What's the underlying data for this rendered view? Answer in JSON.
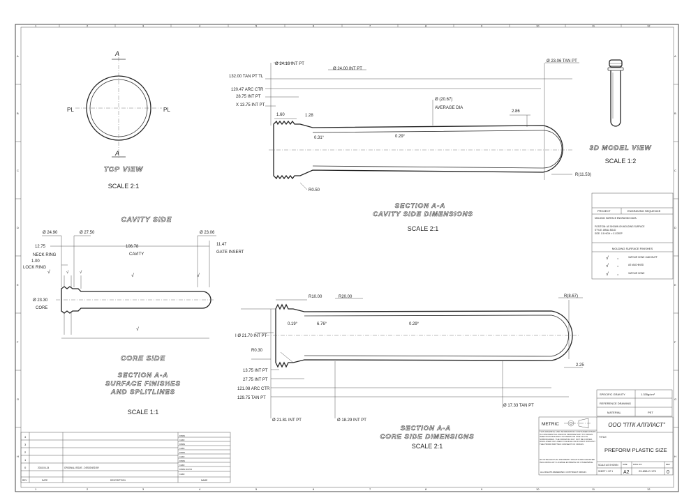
{
  "zones": {
    "columns": [
      "1",
      "2",
      "3",
      "4",
      "5",
      "6",
      "7",
      "8",
      "9",
      "10",
      "11",
      "12"
    ],
    "rows": [
      "A",
      "B",
      "C",
      "D",
      "E",
      "F",
      "G",
      "H"
    ]
  },
  "top_view": {
    "cut_marker_top": "A",
    "cut_marker_bottom": "A",
    "parting_left": "PL",
    "parting_right": "PL",
    "title": "TOP VIEW",
    "scale": "SCALE 2:1"
  },
  "cavity_section": {
    "dims": {
      "tan_pt_tl": "132.00 TAN PT TL",
      "arc_ctr": "120.47 ARC CTR",
      "int_pt_28": "28.75 INT PT",
      "x_int_pt": "X 13.75 INT PT",
      "dia_top_left": "Ø 24.16 INT PT",
      "dia_top_mid": "Ø 24.00 INT PT",
      "dia_top_right": "Ø 23.06 TAN PT",
      "dia_avg": "Ø (20.67)",
      "avg_label": "AVERAGE DIA",
      "d160": "1.60",
      "d128": "1.28",
      "d286": "2.86",
      "ang031": "0.31°",
      "ang029": "0.29°",
      "radius_tip": "R(11.53)",
      "radius_root": "R0.50"
    },
    "title_line1": "SECTION A-A",
    "title_line2": "CAVITY SIDE DIMENSIONS",
    "scale": "SCALE 2:1"
  },
  "model_view": {
    "title": "3D MODEL VIEW",
    "scale": "SCALE 1:2"
  },
  "surface_section": {
    "cavity_side_title": "CAVITY SIDE",
    "core_side_title": "CORE SIDE",
    "title_lines": [
      "SECTION A-A",
      "SURFACE FINISHES",
      "AND SPLITLINES"
    ],
    "scale": "SCALE 1:1",
    "dims": {
      "d2490": "Ø 24.90",
      "d2750": "Ø 27.50",
      "d2306": "Ø 23.06",
      "neck_len": "12.75",
      "neck_ring": "NECK RING",
      "lock_len": "1.00",
      "lock_ring": "LOCK RING",
      "cavity_len": "106.78",
      "cavity": "CAVITY",
      "gate_len": "11.47",
      "gate_insert": "GATE INSERT",
      "core_dia": "Ø 23.30",
      "core": "CORE"
    }
  },
  "core_section": {
    "dims": {
      "r10": "R10.00",
      "r20": "R20.00",
      "r867": "R(8.67)",
      "d2170": "I Ø 21.70 INT PT",
      "ang019": "0.19°",
      "ang676": "6.76°",
      "ang029": "0.29°",
      "r030": "R0.30",
      "int1375": "13.75 INT PT",
      "int2775": "27.75 INT PT",
      "arc12108": "121.08 ARC CTR",
      "tan12975": "129.75 TAN PT",
      "d225": "2.25",
      "d1733": "Ø 17.33 TAN PT",
      "d2181": "Ø 21.81 INT PT",
      "d1829": "Ø 18.29 INT PT"
    },
    "title_line1": "SECTION A-A",
    "title_line2": "CORE SIDE DIMENSIONS",
    "scale": "SCALE 2:1"
  },
  "engraving_table": {
    "col1": "PROJECT",
    "col2": "ENGRAVING SEQUENCE",
    "line1": "MOLDING SURFACE ENGRAVING DATA:",
    "line2": "POSITION: AS SHOWN ON MOLDING SURFACE",
    "line3": "STYLE:    ARIAL BOLD",
    "line4": "SIZE:     1.5 HIGH × 0.1 DEEP",
    "finish_header": "MOLDING SURFACE FINISHES",
    "finish_rows": [
      {
        "mark": "√",
        "eq": "=",
        "note": "VAPOUR HONE / AND BUFF"
      },
      {
        "mark": "√",
        "eq": "=",
        "note": "AS MACHINED"
      },
      {
        "mark": "√",
        "eq": "=",
        "note": "VAPOUR HONE"
      }
    ]
  },
  "spec_table": {
    "rows": [
      {
        "label": "SPECIFIC GRAVITY",
        "value": "1.335g/cm³"
      },
      {
        "label": "REFERENCE DRAWING",
        "value": ""
      },
      {
        "label": "MATERIAL",
        "value": "PET"
      }
    ]
  },
  "title_block": {
    "units": "METRIC",
    "company": "ООО \"ПТК АЛПЛАСТ\"",
    "title_label": "TITLE",
    "drawing_title": "PREFORM PLASTIC SIZE",
    "notice": "THIS DRAWING AND INFORMATION CONTAINED WITHIN IS CONFIDENTIAL AND/OR PROPRIETARY TO ORIGIN INJECTION MOLDING SYSTEMS OR ONE OF ITS SUBSIDIARIES. THE DRAWING MAY NOT BE COPIED, DISCLOSED OR USED IN WHOLE OR IN PART WITHOUT THE PRIOR WRITTEN CONSENT OF ORIGIN.",
    "ip_notice": "NO INTELLECTUAL PROPERTY RIGHTS ARE GRANTED INCLUDING ANY LICENSE EXPRESS OR OTHERWISE.",
    "copyright": "ALL RIGHTS RESERVED. COPYRIGHT ORIGIN.",
    "scale_label": "SCALE AS SHOWN",
    "sheet_label": "SHEET 1 OF 1",
    "size_label": "SIZE",
    "size_value": "A2",
    "dwg_label": "DWG NO",
    "dwg_value": "29-658-O 175",
    "rev_label": "REV",
    "rev_value": "0"
  },
  "revision_block": {
    "rev_numbers": [
      "4",
      "3",
      "2",
      "1",
      "0"
    ],
    "zero_date": "2018-04-24",
    "zero_desc": "ORIGINAL ISSUE - DESIGNED BY",
    "header_rev": "REV",
    "header_date": "DATE",
    "header_desc": "DESCRIPTION",
    "header_name": "NAME",
    "sign_labels": [
      "DRWN",
      "CHKD",
      "DRWN",
      "CHKD",
      "DRWN",
      "CHKD",
      "DRWN",
      "CHKD",
      "DRWN 2017/10",
      "CHKD"
    ]
  }
}
